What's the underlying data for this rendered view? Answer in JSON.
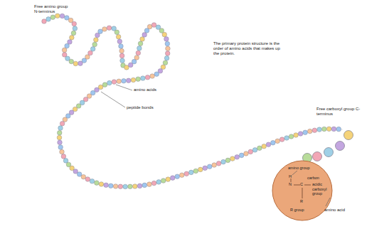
{
  "diagram": {
    "labels": [
      "Free amino group N-terminus",
      "The primary protein structure is the order of amino acids that makes up the protein.",
      "amino acids",
      "peptide bonds",
      "Free carboxyl group C-terminus",
      "amino group",
      "H",
      "N",
      "C",
      "carbon",
      "acidic carboxyl group",
      "R",
      "R group",
      "amino acid"
    ]
  }
}
